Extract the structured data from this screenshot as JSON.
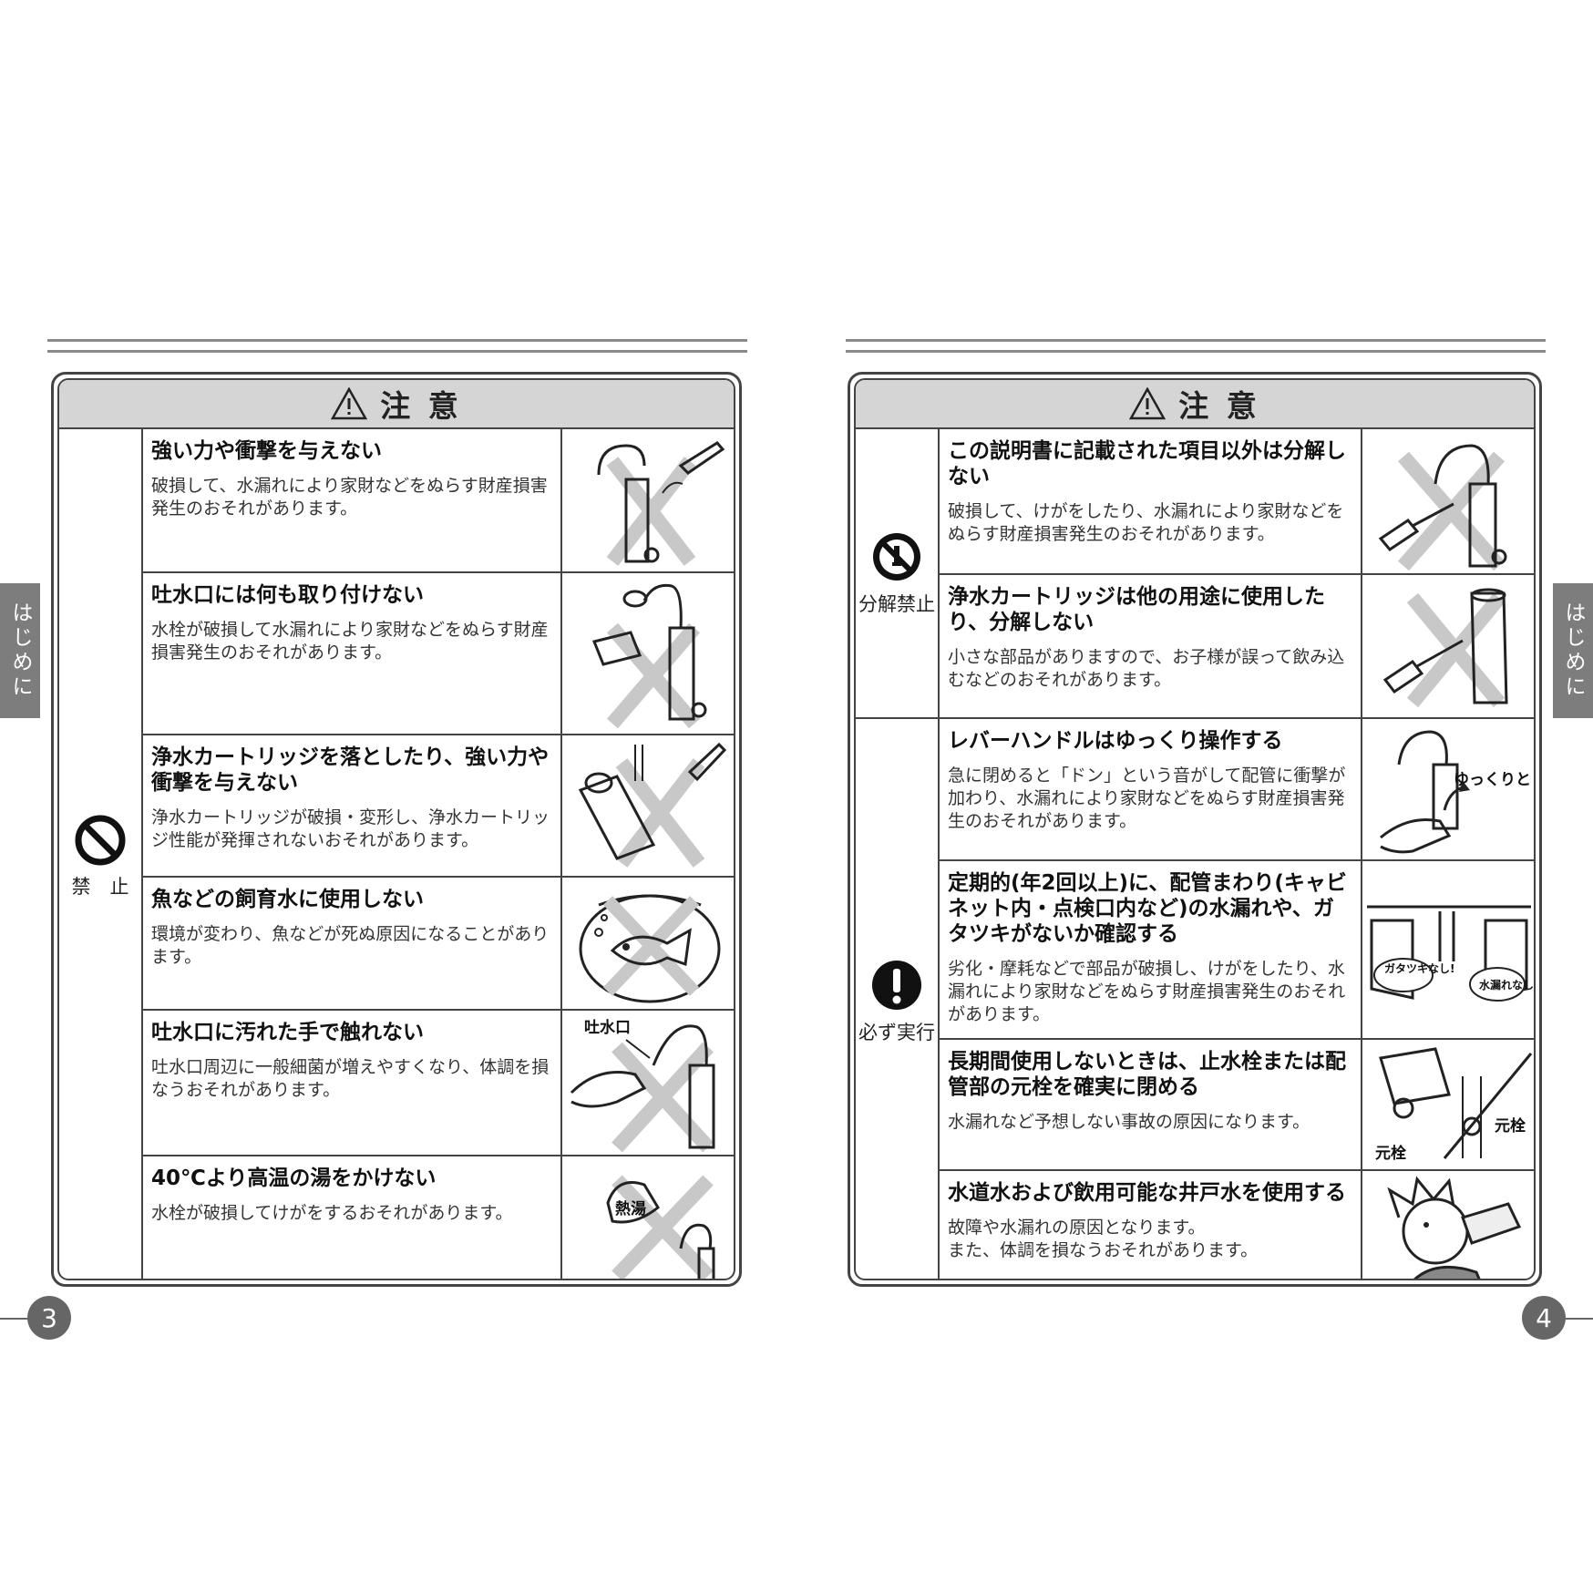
{
  "left_page": {
    "header": "注 意",
    "category": "禁　止",
    "rows": [
      {
        "title": "強い力や衝撃を与えない",
        "desc": "破損して、水漏れにより家財などをぬらす財産損害発生のおそれがあります。"
      },
      {
        "title": "吐水口には何も取り付けない",
        "desc": "水栓が破損して水漏れにより家財などをぬらす財産損害発生のおそれがあります。"
      },
      {
        "title": "浄水カートリッジを落としたり、強い力や衝撃を与えない",
        "desc": "浄水カートリッジが破損・変形し、浄水カートリッジ性能が発揮されないおそれがあります。"
      },
      {
        "title": "魚などの飼育水に使用しない",
        "desc": "環境が変わり、魚などが死ぬ原因になることがあります。"
      },
      {
        "title": "吐水口に汚れた手で触れない",
        "desc": "吐水口周辺に一般細菌が増えやすくなり、体調を損なうおそれがあります。",
        "ill_label": "吐水口"
      },
      {
        "title": "40℃より高温の湯をかけない",
        "desc": "水栓が破損してけがをするおそれがあります。",
        "ill_label": "熱湯"
      }
    ],
    "page_number": "3",
    "side_tab": "はじめに"
  },
  "right_page": {
    "header": "注 意",
    "categories": [
      "分解禁止",
      "必ず実行"
    ],
    "rows": [
      {
        "title": "この説明書に記載された項目以外は分解しない",
        "desc": "破損して、けがをしたり、水漏れにより家財などをぬらす財産損害発生のおそれがあります。"
      },
      {
        "title": "浄水カートリッジは他の用途に使用したり、分解しない",
        "desc": "小さな部品がありますので、お子様が誤って飲み込むなどのおそれがあります。"
      },
      {
        "title": "レバーハンドルはゆっくり操作する",
        "desc": "急に閉めると「ドン」という音がして配管に衝撃が加わり、水漏れにより家財などをぬらす財産損害発生のおそれがあります。",
        "ill_label": "ゆっくりと"
      },
      {
        "title": "定期的(年2回以上)に、配管まわり(キャビネット内・点検口内など)の水漏れや、ガタツキがないか確認する",
        "desc": "劣化・摩耗などで部品が破損し、けがをしたり、水漏れにより家財などをぬらす財産損害発生のおそれがあります。",
        "ill_labels": [
          "ガタツキなし!",
          "水漏れなし!"
        ]
      },
      {
        "title": "長期間使用しないときは、止水栓または配管部の元栓を確実に閉める",
        "desc": "水漏れなど予想しない事故の原因になります。",
        "ill_labels": [
          "元栓",
          "元栓"
        ]
      },
      {
        "title": "水道水および飲用可能な井戸水を使用する",
        "desc": "故障や水漏れの原因となります。\nまた、体調を損なうおそれがあります。"
      }
    ],
    "page_number": "4",
    "side_tab": "はじめに"
  },
  "colors": {
    "border": "#444444",
    "header_bg": "#d5d5d5",
    "tab_bg": "#7d7d7d",
    "rule": "#8a8a8a",
    "cross": "#c8c8c8"
  }
}
